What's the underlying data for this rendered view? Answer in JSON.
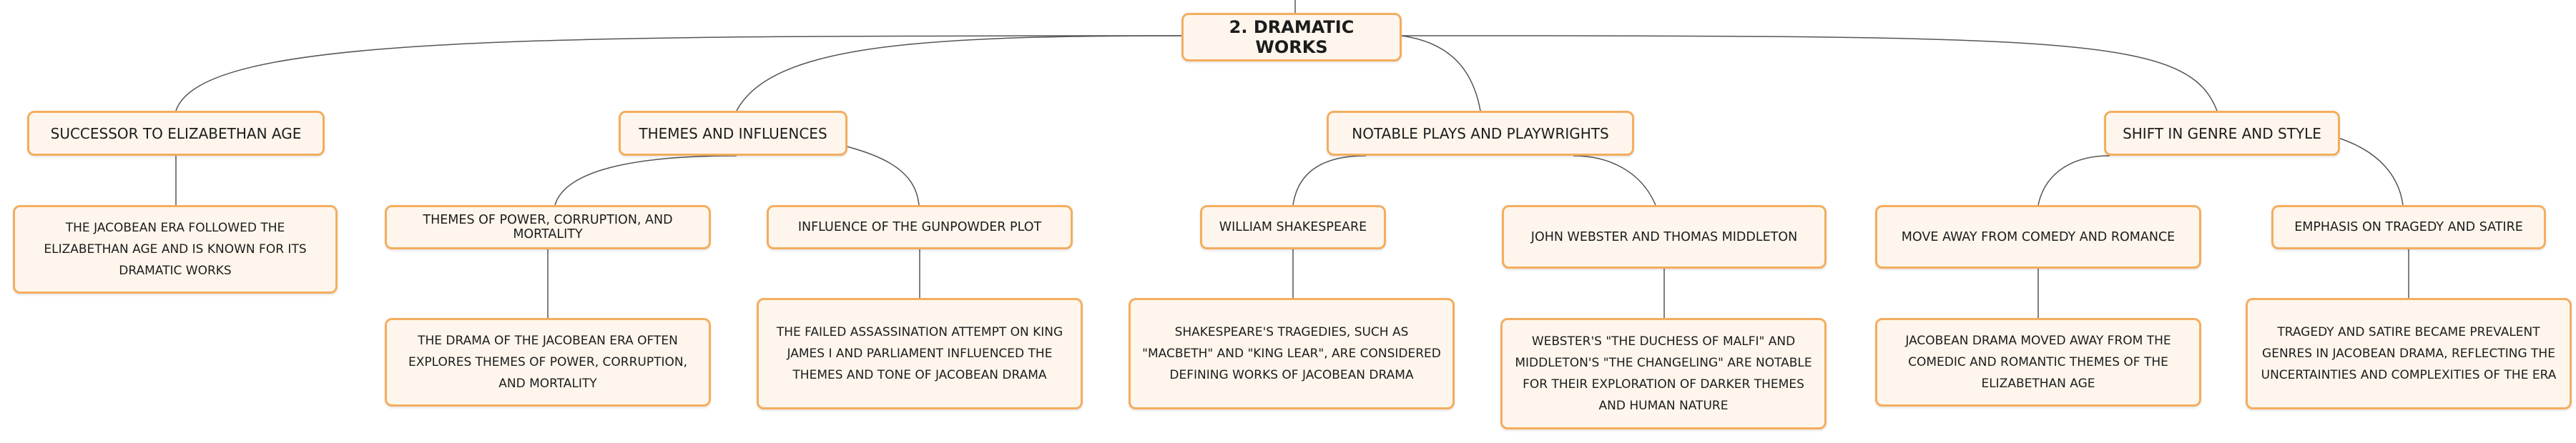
{
  "diagram": {
    "root": {
      "label": "2. DRAMATIC WORKS"
    },
    "branches": [
      {
        "label": "SUCCESSOR TO ELIZABETHAN AGE",
        "leaf": "THE JACOBEAN ERA FOLLOWED THE ELIZABETHAN AGE AND IS KNOWN FOR ITS DRAMATIC WORKS"
      },
      {
        "label": "THEMES AND INFLUENCES",
        "children": [
          {
            "label": "THEMES OF POWER, CORRUPTION, AND MORTALITY",
            "leaf": "THE DRAMA OF THE JACOBEAN ERA OFTEN EXPLORES THEMES OF POWER, CORRUPTION, AND MORTALITY"
          },
          {
            "label": "INFLUENCE OF THE GUNPOWDER PLOT",
            "leaf": "THE FAILED ASSASSINATION ATTEMPT ON KING JAMES I AND PARLIAMENT INFLUENCED THE THEMES AND TONE OF JACOBEAN DRAMA"
          }
        ]
      },
      {
        "label": "NOTABLE PLAYS AND PLAYWRIGHTS",
        "children": [
          {
            "label": "WILLIAM SHAKESPEARE",
            "leaf": "SHAKESPEARE'S TRAGEDIES, SUCH AS \"MACBETH\" AND \"KING LEAR\", ARE CONSIDERED DEFINING WORKS OF JACOBEAN DRAMA"
          },
          {
            "label": "JOHN WEBSTER AND THOMAS MIDDLETON",
            "leaf": "WEBSTER'S \"THE DUCHESS OF MALFI\" AND MIDDLETON'S \"THE CHANGELING\" ARE NOTABLE FOR THEIR EXPLORATION OF DARKER THEMES AND HUMAN NATURE"
          }
        ]
      },
      {
        "label": "SHIFT IN GENRE AND STYLE",
        "children": [
          {
            "label": "MOVE AWAY FROM COMEDY AND ROMANCE",
            "leaf": "JACOBEAN DRAMA MOVED AWAY FROM THE COMEDIC AND ROMANTIC THEMES OF THE ELIZABETHAN AGE"
          },
          {
            "label": "EMPHASIS ON TRAGEDY AND SATIRE",
            "leaf": "TRAGEDY AND SATIRE BECAME PREVALENT GENRES IN JACOBEAN DRAMA, REFLECTING THE UNCERTAINTIES AND COMPLEXITIES OF THE ERA"
          }
        ]
      }
    ]
  },
  "colors": {
    "node_fill": "#fef6ec",
    "node_border": "#f4ad5e",
    "edge": "#555555",
    "text": "#1c1c1c"
  }
}
